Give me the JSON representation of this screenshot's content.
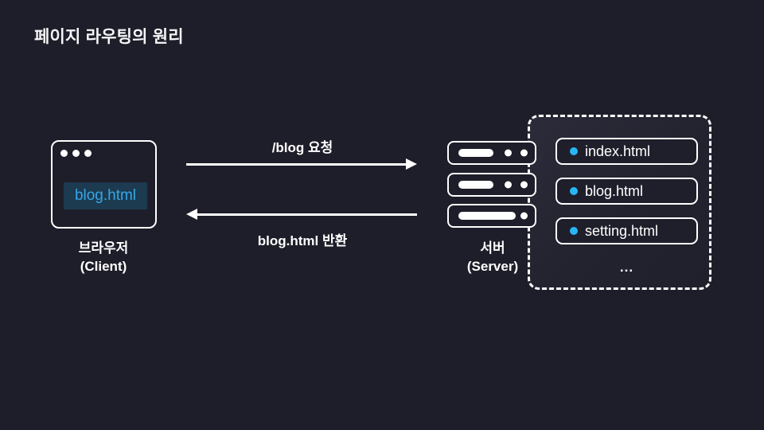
{
  "title": "페이지 라우팅의 원리",
  "colors": {
    "background": "#1e1e2a",
    "panel_background": "#23232f",
    "stroke": "#ffffff",
    "accent_blue": "#29b6f6",
    "highlight_background": "#1c3a50",
    "highlight_text": "#35a6e8"
  },
  "browser": {
    "highlight_file": "blog.html",
    "label_line1": "브라우저",
    "label_line2": "(Client)"
  },
  "arrows": {
    "request_label": "/blog 요청",
    "response_label": "blog.html 반환"
  },
  "server": {
    "label_line1": "서버",
    "label_line2": "(Server)"
  },
  "storage": {
    "files": [
      "index.html",
      "blog.html",
      "setting.html"
    ],
    "more": "..."
  }
}
